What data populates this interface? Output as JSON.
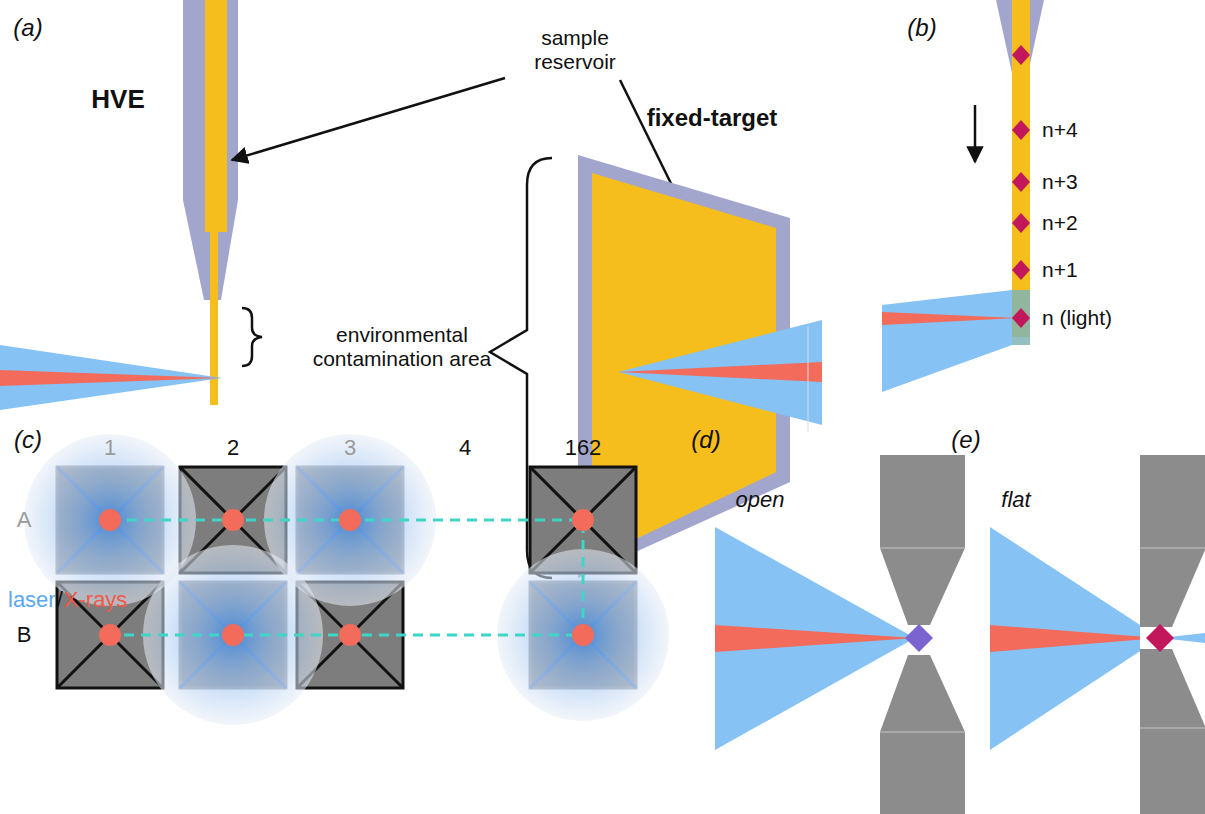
{
  "diagram": {
    "labels": [
      "(a)",
      "HVE",
      "sample reservoir",
      "fixed-target",
      "environmental contamination area",
      "laser",
      "/",
      "X-rays",
      "(b)",
      "n+4",
      "n+3",
      "n+2",
      "n+1",
      "n (light)",
      "(c)",
      "1",
      "2",
      "3",
      "4",
      "162",
      "A",
      "B",
      "(d)",
      "open",
      "(e)",
      "flat"
    ]
  }
}
